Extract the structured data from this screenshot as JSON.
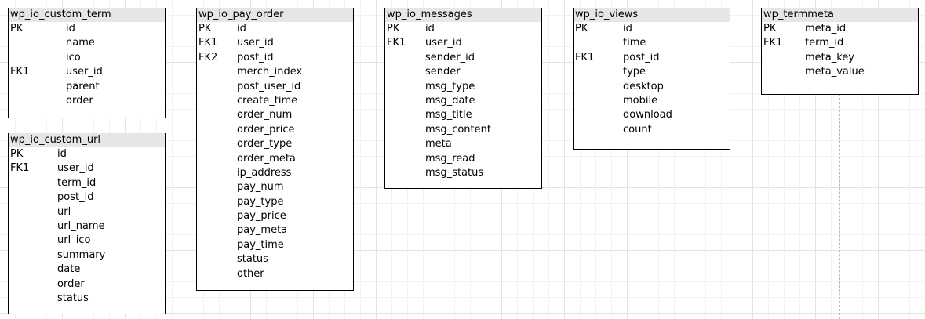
{
  "tables": [
    {
      "name": "wp_io_custom_term",
      "columns": [
        {
          "key": "PK",
          "field": "id"
        },
        {
          "key": "",
          "field": "name"
        },
        {
          "key": "",
          "field": "ico"
        },
        {
          "key": "FK1",
          "field": "user_id"
        },
        {
          "key": "",
          "field": "parent"
        },
        {
          "key": "",
          "field": "order"
        }
      ]
    },
    {
      "name": "wp_io_custom_url",
      "columns": [
        {
          "key": "PK",
          "field": "id"
        },
        {
          "key": "FK1",
          "field": "user_id"
        },
        {
          "key": "",
          "field": "term_id"
        },
        {
          "key": "",
          "field": "post_id"
        },
        {
          "key": "",
          "field": "url"
        },
        {
          "key": "",
          "field": "url_name"
        },
        {
          "key": "",
          "field": "url_ico"
        },
        {
          "key": "",
          "field": "summary"
        },
        {
          "key": "",
          "field": "date"
        },
        {
          "key": "",
          "field": "order"
        },
        {
          "key": "",
          "field": "status"
        }
      ]
    },
    {
      "name": "wp_io_pay_order",
      "columns": [
        {
          "key": "PK",
          "field": "id"
        },
        {
          "key": "FK1",
          "field": "user_id"
        },
        {
          "key": "FK2",
          "field": "post_id"
        },
        {
          "key": "",
          "field": "merch_index"
        },
        {
          "key": "",
          "field": "post_user_id"
        },
        {
          "key": "",
          "field": "create_time"
        },
        {
          "key": "",
          "field": "order_num"
        },
        {
          "key": "",
          "field": "order_price"
        },
        {
          "key": "",
          "field": "order_type"
        },
        {
          "key": "",
          "field": "order_meta"
        },
        {
          "key": "",
          "field": "ip_address"
        },
        {
          "key": "",
          "field": "pay_num"
        },
        {
          "key": "",
          "field": "pay_type"
        },
        {
          "key": "",
          "field": "pay_price"
        },
        {
          "key": "",
          "field": "pay_meta"
        },
        {
          "key": "",
          "field": "pay_time"
        },
        {
          "key": "",
          "field": "status"
        },
        {
          "key": "",
          "field": "other"
        }
      ]
    },
    {
      "name": "wp_io_messages",
      "columns": [
        {
          "key": "PK",
          "field": "id"
        },
        {
          "key": "FK1",
          "field": "user_id"
        },
        {
          "key": "",
          "field": "sender_id"
        },
        {
          "key": "",
          "field": "sender"
        },
        {
          "key": "",
          "field": "msg_type"
        },
        {
          "key": "",
          "field": "msg_date"
        },
        {
          "key": "",
          "field": "msg_title"
        },
        {
          "key": "",
          "field": "msg_content"
        },
        {
          "key": "",
          "field": "meta"
        },
        {
          "key": "",
          "field": "msg_read"
        },
        {
          "key": "",
          "field": "msg_status"
        }
      ]
    },
    {
      "name": "wp_io_views",
      "columns": [
        {
          "key": "PK",
          "field": "id"
        },
        {
          "key": "",
          "field": "time"
        },
        {
          "key": "FK1",
          "field": "post_id"
        },
        {
          "key": "",
          "field": "type"
        },
        {
          "key": "",
          "field": "desktop"
        },
        {
          "key": "",
          "field": "mobile"
        },
        {
          "key": "",
          "field": "download"
        },
        {
          "key": "",
          "field": "count"
        }
      ]
    },
    {
      "name": "wp_termmeta",
      "columns": [
        {
          "key": "PK",
          "field": "meta_id"
        },
        {
          "key": "FK1",
          "field": "term_id"
        },
        {
          "key": "",
          "field": "meta_key"
        },
        {
          "key": "",
          "field": "meta_value"
        }
      ]
    }
  ]
}
